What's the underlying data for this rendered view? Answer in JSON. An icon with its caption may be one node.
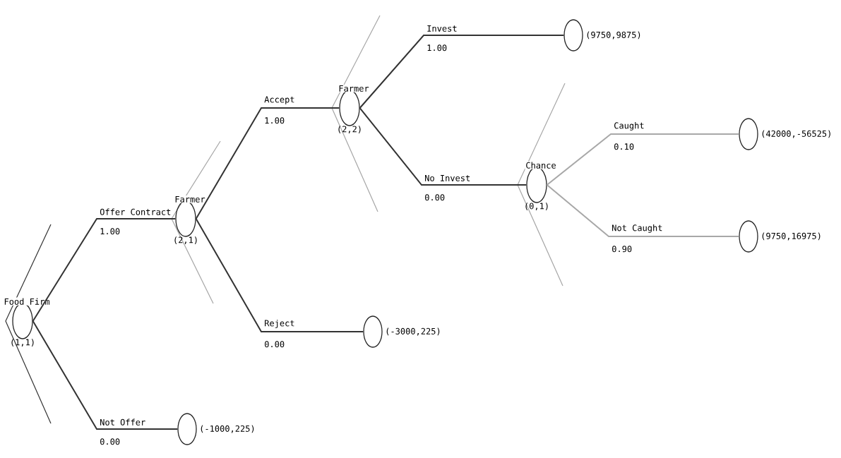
{
  "diagram": {
    "nodes": [
      {
        "text": [
          "Food Firm",
          "(1,1)"
        ]
      },
      {
        "text": [
          "Farmer",
          "(2,1)"
        ]
      },
      {
        "text": [
          "Farmer",
          "(2,2)"
        ]
      },
      {
        "text": [
          "(9750,9875)"
        ]
      },
      {
        "text": [
          "Chance",
          "(0,1)"
        ]
      },
      {
        "text": [
          "(42000,-56525)"
        ]
      },
      {
        "text": [
          "(9750,16975)"
        ]
      },
      {
        "text": [
          "(-3000,225)"
        ]
      },
      {
        "text": [
          "(-1000,225)"
        ]
      }
    ],
    "edges": [
      {
        "from": 0,
        "to": 1,
        "arrow": "none",
        "label": "Offer Contract"
      },
      {
        "from": 1,
        "to": 2,
        "arrow": "none",
        "label": "Accept"
      },
      {
        "from": 2,
        "to": 3,
        "arrow": "none",
        "label": "Invest"
      },
      {
        "from": 2,
        "to": 4,
        "arrow": "none",
        "label": "No Invest"
      },
      {
        "from": 4,
        "to": 5,
        "arrow": "none",
        "label": "Caught",
        "color": "#a8a8a8"
      },
      {
        "from": 4,
        "to": 6,
        "arrow": "none",
        "label": "Not Caught",
        "color": "#a8a8a8"
      },
      {
        "from": 1,
        "to": 7,
        "arrow": "none",
        "label": "Reject"
      },
      {
        "from": 0,
        "to": 8,
        "arrow": "none",
        "label": "Not Offer"
      }
    ],
    "labels": [
      "1.00",
      "1.00",
      "1.00",
      "0.00",
      "0.10",
      "0.90",
      "0.00",
      "0.00"
    ]
  }
}
